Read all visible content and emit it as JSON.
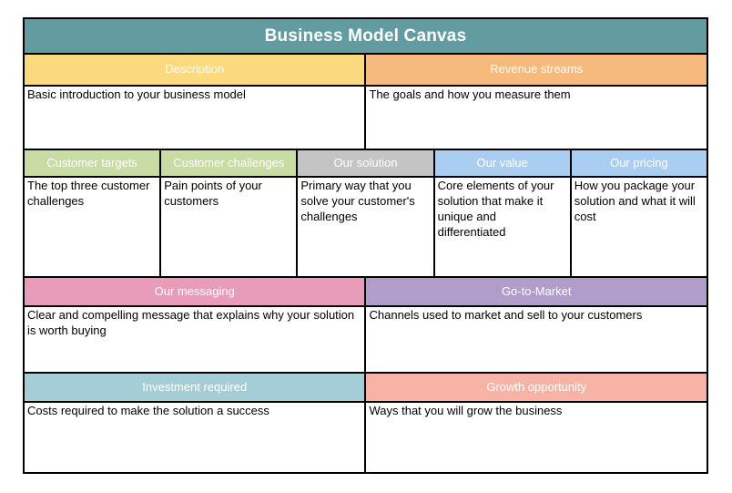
{
  "canvas": {
    "title": "Business Model Canvas"
  },
  "sections": {
    "description": {
      "label": "Description",
      "body": "Basic introduction to your business model"
    },
    "revenue": {
      "label": "Revenue streams",
      "body": "The goals and how you measure them"
    },
    "targets": {
      "label": "Customer targets",
      "body": "The top three customer challenges"
    },
    "challenges": {
      "label": "Customer challenges",
      "body": "Pain points of your customers"
    },
    "solution": {
      "label": "Our solution",
      "body": "Primary way that you solve your customer's challenges"
    },
    "value": {
      "label": "Our value",
      "body": "Core elements of your solution that make it unique and differentiated"
    },
    "pricing": {
      "label": "Our pricing",
      "body": "How you package your solution and what it will cost"
    },
    "messaging": {
      "label": "Our messaging",
      "body": "Clear and compelling message that explains why your solution is worth buying"
    },
    "gtm": {
      "label": "Go-to-Market",
      "body": "Channels used to market and sell to your customers"
    },
    "investment": {
      "label": "Investment required",
      "body": "Costs required to make the solution a success"
    },
    "growth": {
      "label": "Growth opportunity",
      "body": "Ways that you will grow the business"
    }
  },
  "colors": {
    "title_bar": "#639CA0",
    "description": "#FBD97E",
    "revenue": "#F6B97E",
    "targets": "#C8DCA4",
    "challenges": "#C8DCA4",
    "solution": "#C4C4C4",
    "value": "#A9CEF1",
    "pricing": "#A9CEF1",
    "messaging": "#E99BBA",
    "gtm": "#B09DCA",
    "investment": "#A5CDD5",
    "growth": "#F7B3A6",
    "border": "#000000",
    "header_text": "#FFFFFF",
    "body_text": "#000000"
  }
}
